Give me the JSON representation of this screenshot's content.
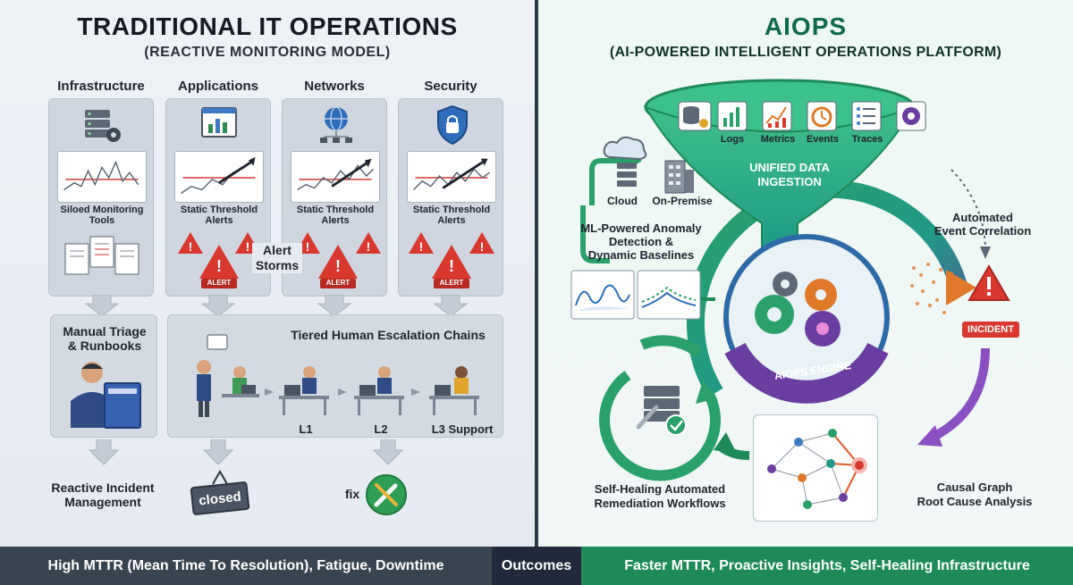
{
  "left": {
    "title": "TRADITIONAL IT OPERATIONS",
    "subtitle": "(REACTIVE MONITORING MODEL)",
    "silos": [
      {
        "name": "Infrastructure",
        "caption_l1": "Siloed Monitoring",
        "caption_l2": "Tools"
      },
      {
        "name": "Applications",
        "caption_l1": "Static Threshold",
        "caption_l2": "Alerts"
      },
      {
        "name": "Networks",
        "caption_l1": "Static Threshold",
        "caption_l2": "Alerts"
      },
      {
        "name": "Security",
        "caption_l1": "Static Threshold",
        "caption_l2": "Alerts"
      }
    ],
    "alert_badge": "ALERT",
    "alert_storms_l1": "Alert",
    "alert_storms_l2": "Storms",
    "manual_triage_l1": "Manual Triage",
    "manual_triage_l2": "& Runbooks",
    "escalation_title": "Tiered Human Escalation Chains",
    "tiers": [
      "L1",
      "L2",
      "L3 Support"
    ],
    "reactive_l1": "Reactive Incident",
    "reactive_l2": "Management",
    "closed_sign": "closed",
    "fix_label": "fix"
  },
  "right": {
    "title": "AIOPS",
    "subtitle": "(AI-POWERED INTELLIGENT OPERATIONS PLATFORM)",
    "sources": [
      "Logs",
      "Metrics",
      "Events",
      "Traces"
    ],
    "cloud_label": "Cloud",
    "onprem_label": "On-Premise",
    "ingestion_l1": "UNIFIED DATA",
    "ingestion_l2": "INGESTION",
    "ml_l1": "ML-Powered Anomaly",
    "ml_l2": "Detection &",
    "ml_l3": "Dynamic Baselines",
    "engine_label": "AIOPS ENGINE",
    "correlation_l1": "Automated",
    "correlation_l2": "Event Correlation",
    "incident_label": "INCIDENT",
    "selfheal_l1": "Self-Healing Automated",
    "selfheal_l2": "Remediation Workflows",
    "causal_l1": "Causal Graph",
    "causal_l2": "Root Cause Analysis"
  },
  "footer": {
    "left": "High MTTR (Mean Time To Resolution), Fatigue, Downtime",
    "mid": "Outcomes",
    "right": "Faster MTTR, Proactive Insights, Self-Healing Infrastructure"
  },
  "colors": {
    "alert_red": "#d8382e",
    "aiops_green": "#1d8a57",
    "teal": "#1f9a86",
    "purple": "#6a3ea0",
    "orange": "#e07a2a"
  },
  "icons": [
    "server-gear-icon",
    "dashboard-icon",
    "globe-network-icon",
    "shield-lock-icon",
    "documents-icon",
    "warning-icon",
    "operator-icon",
    "cloud-icon",
    "database-icon",
    "gear-icon",
    "brain-icon",
    "wrench-screwdriver-icon",
    "checkmark-icon"
  ]
}
